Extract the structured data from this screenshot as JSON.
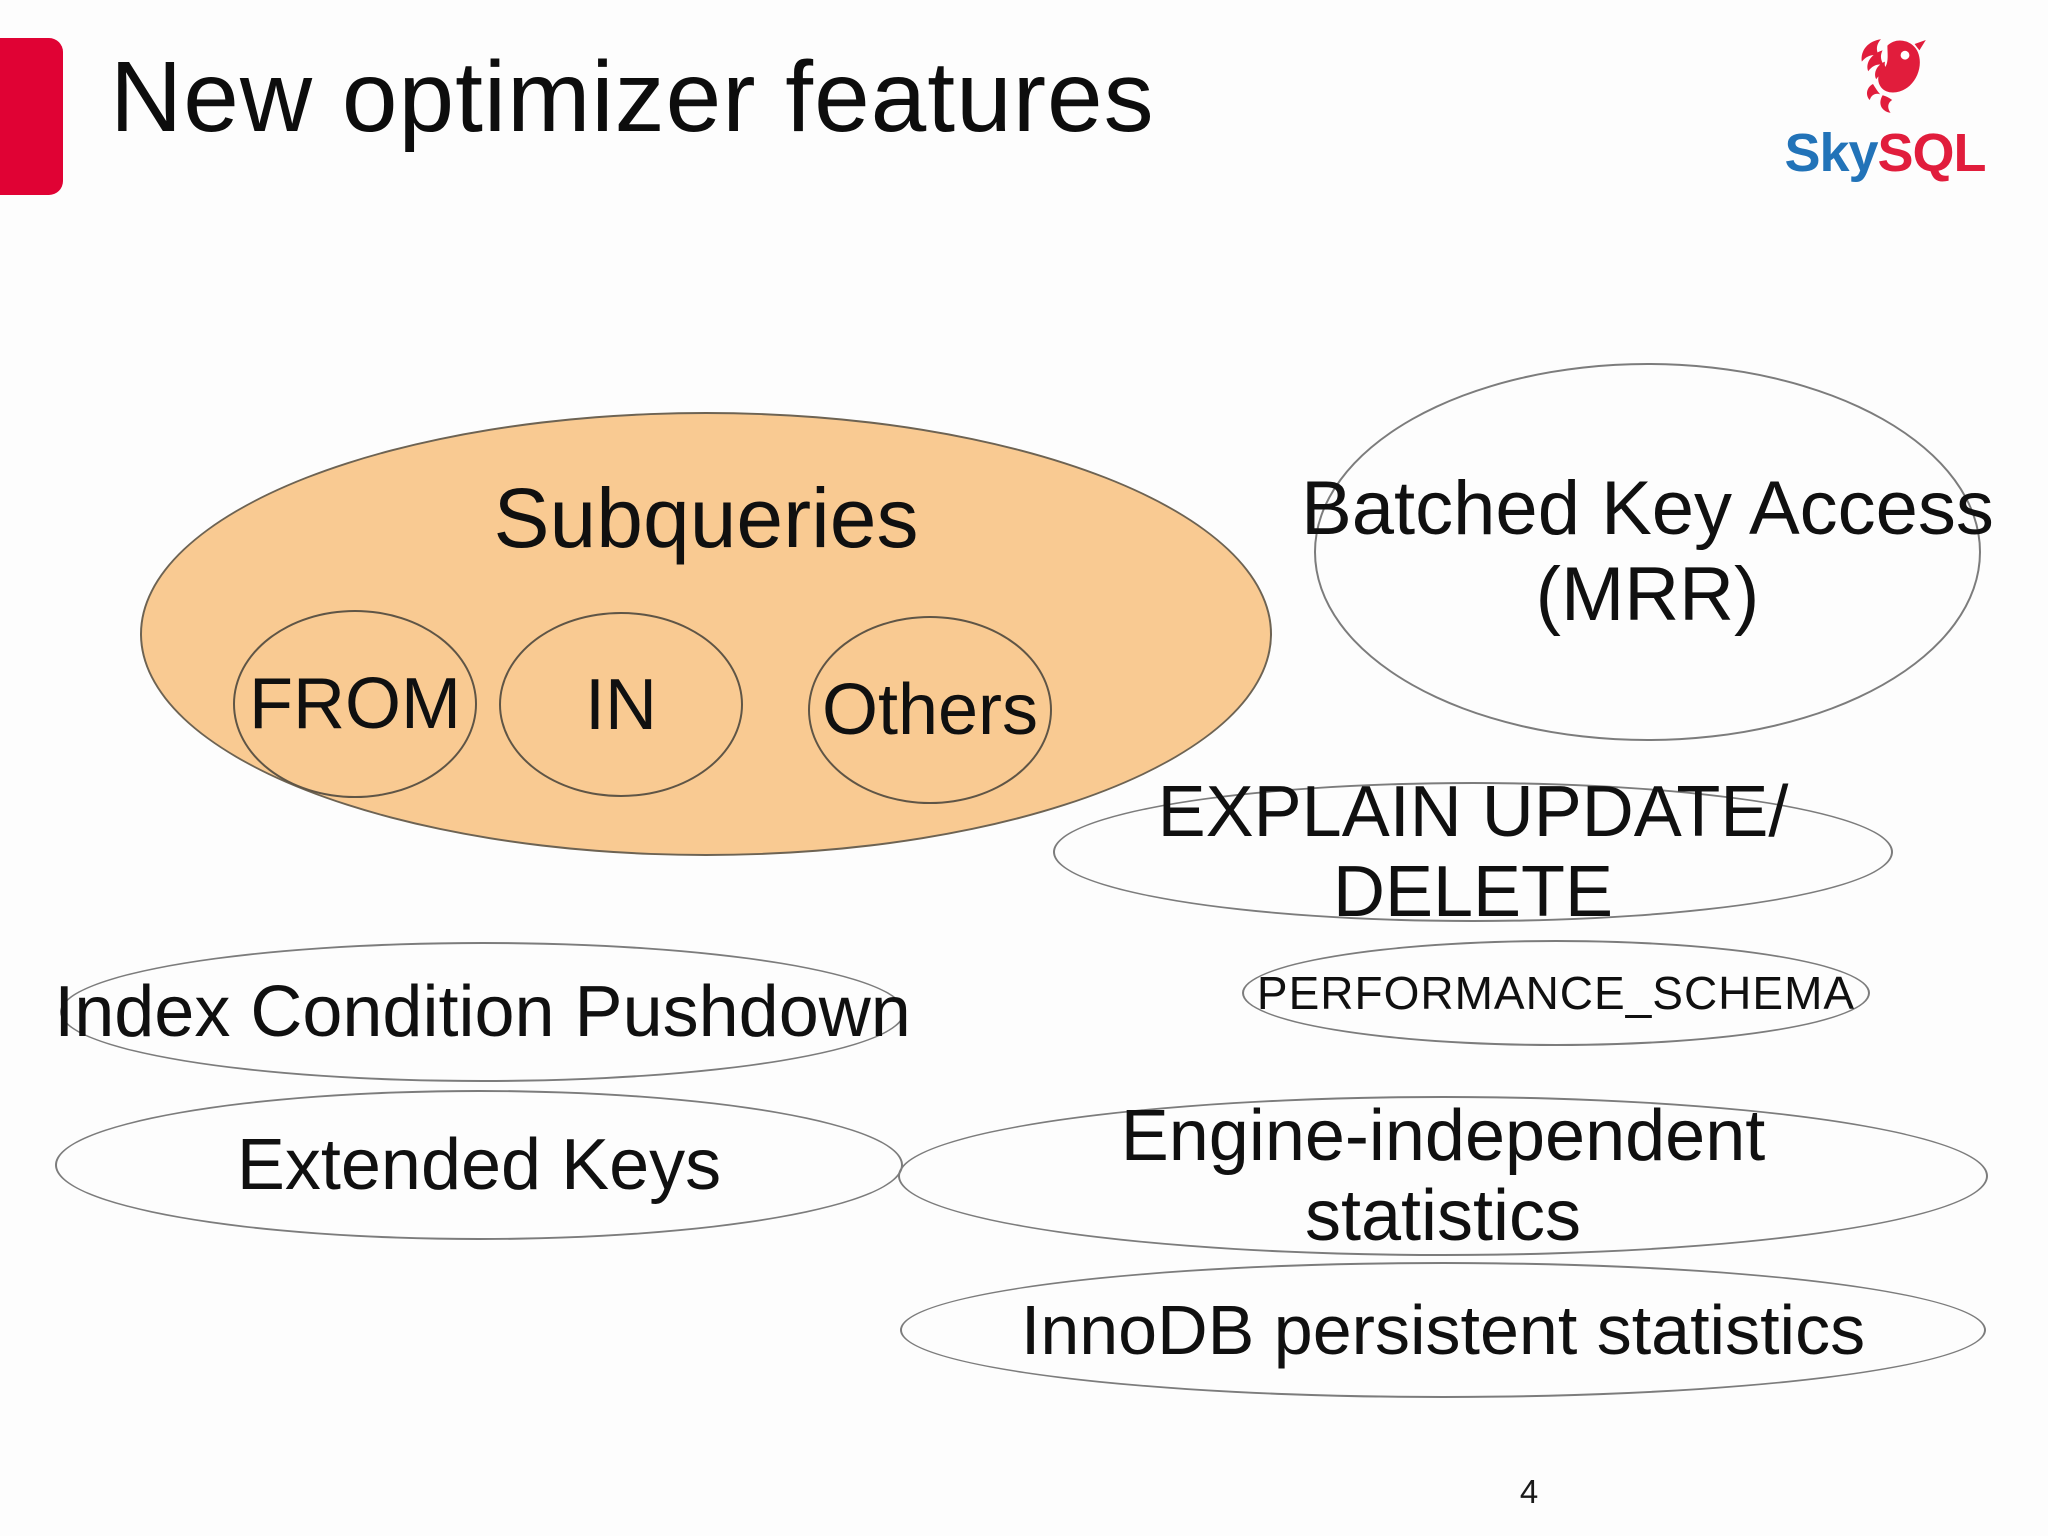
{
  "slide": {
    "title": "New optimizer features",
    "page_number": "4"
  },
  "logo": {
    "sky": "Sky",
    "sql": "SQL"
  },
  "colors": {
    "accent": "#e00234",
    "venn_fill": "#f9ca92",
    "logo_blue": "#2273b8",
    "logo_red": "#e11d3c",
    "stroke": "#7c7c7c",
    "text": "#101010"
  },
  "diagram": {
    "venn": {
      "title": "Subqueries",
      "items": [
        {
          "label": "FROM"
        },
        {
          "label": "IN"
        },
        {
          "label": "Others"
        }
      ]
    },
    "bubbles": {
      "bka": {
        "line1": "Batched Key Access",
        "line2": "(MRR)"
      },
      "explain": {
        "line1": "EXPLAIN UPDATE/",
        "line2": "DELETE"
      },
      "performance_schema": {
        "label": "PERFORMANCE_SCHEMA"
      },
      "index_condition_pushdown": {
        "label": "Index Condition Pushdown"
      },
      "extended_keys": {
        "label": "Extended Keys"
      },
      "engine_independent_statistics": {
        "line1": "Engine-independent",
        "line2": "statistics"
      },
      "innodb_persistent_statistics": {
        "label": "InnoDB persistent statistics"
      }
    }
  }
}
